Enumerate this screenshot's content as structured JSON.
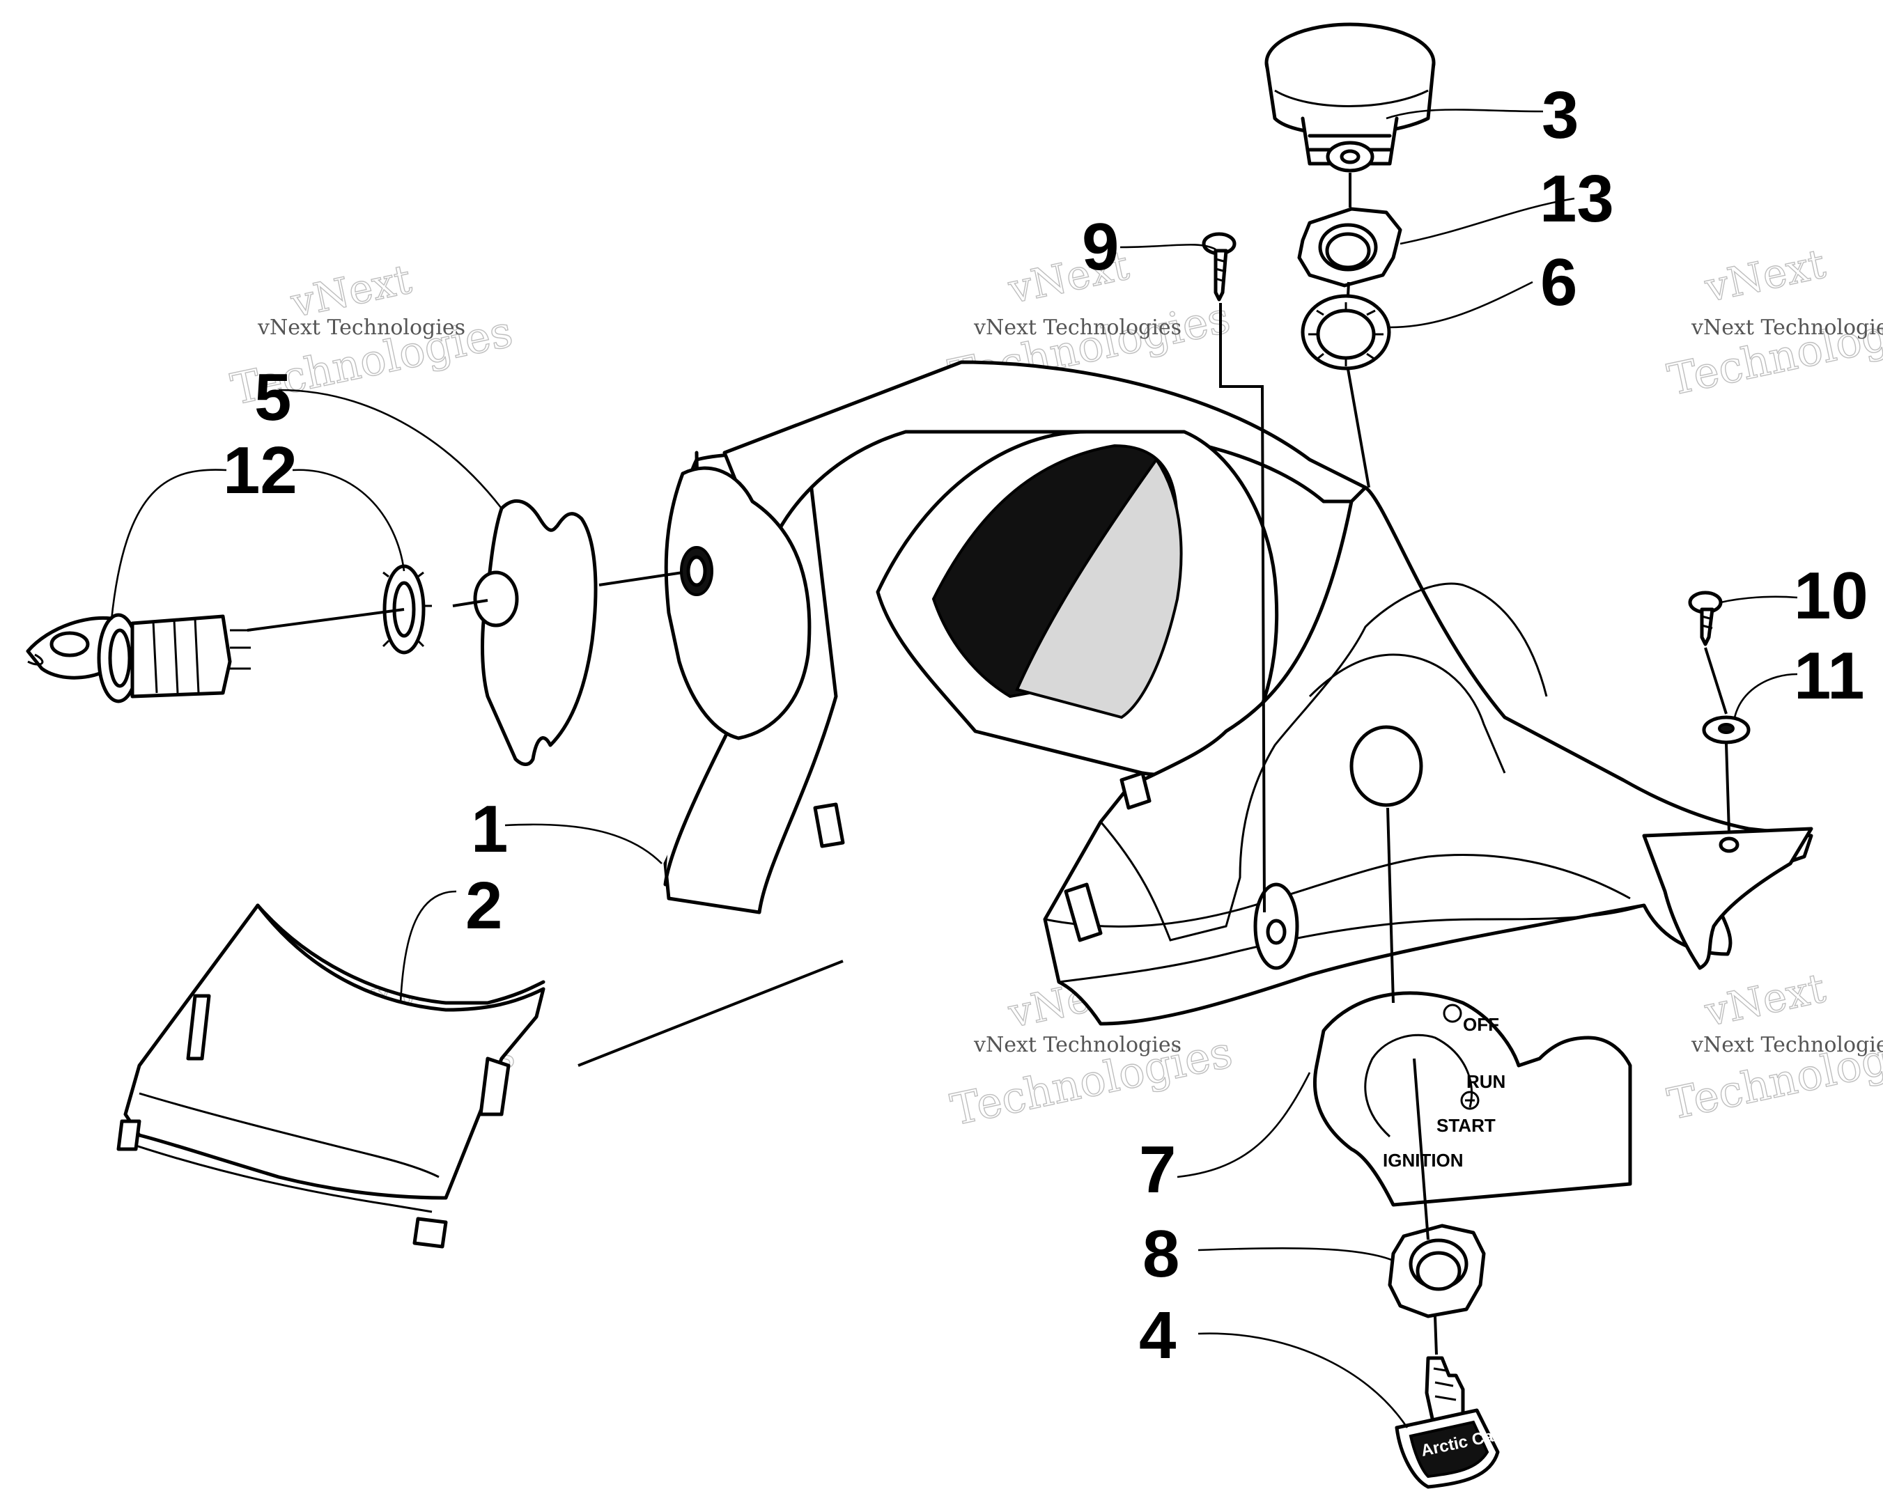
{
  "callouts": {
    "c1": "1",
    "c2": "2",
    "c3": "3",
    "c4": "4",
    "c5": "5",
    "c6": "6",
    "c7": "7",
    "c8": "8",
    "c9": "9",
    "c10": "10",
    "c11": "11",
    "c12": "12",
    "c13": "13"
  },
  "ignition_plate": {
    "off": "OFF",
    "run": "RUN",
    "start": "START",
    "ignition": "IGNITION"
  },
  "key": {
    "brand": "Arctic Cat"
  },
  "watermark": {
    "line1": "vNext",
    "line2": "Technologies",
    "full": "vNext Technologies"
  }
}
